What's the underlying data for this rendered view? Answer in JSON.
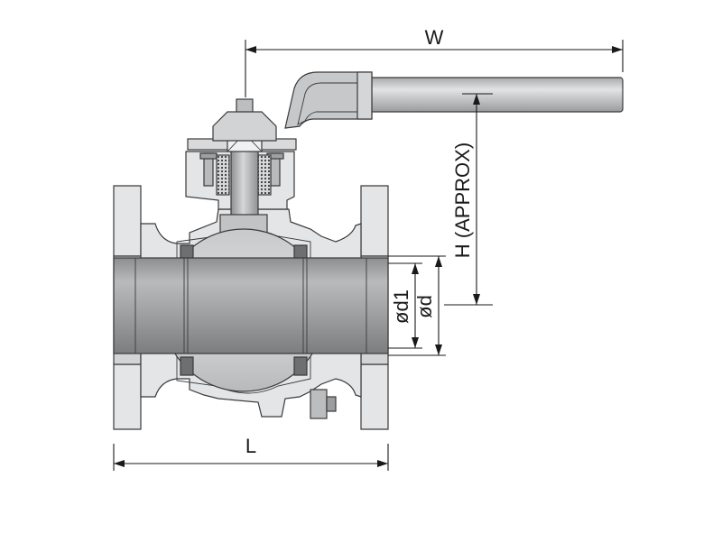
{
  "diagram": {
    "labels": {
      "width": "W",
      "height": "H (APPROX)",
      "length": "L",
      "bore_inner": "ød1",
      "bore_outer": "ød"
    },
    "colors": {
      "body": "#e4e5e7",
      "body_dark": "#c9cacc",
      "section": "#b3b4b6",
      "bore": "#9c9d9f",
      "seat": "#6e6f71",
      "handle": "#c7c8ca",
      "outline": "#3a3a3a"
    }
  }
}
